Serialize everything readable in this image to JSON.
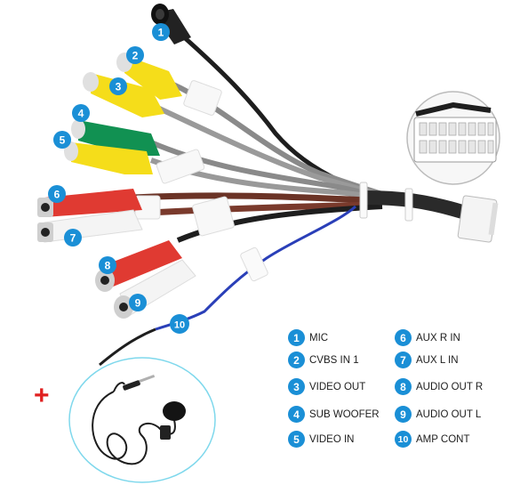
{
  "badges": [
    "1",
    "2",
    "3",
    "4",
    "5",
    "6",
    "7",
    "8",
    "9",
    "10"
  ],
  "plus_sign": "+",
  "legend": [
    {
      "num": "1",
      "label": "MIC"
    },
    {
      "num": "2",
      "label": "CVBS IN 1"
    },
    {
      "num": "3",
      "label": "VIDEO OUT"
    },
    {
      "num": "4",
      "label": "SUB WOOFER"
    },
    {
      "num": "5",
      "label": "VIDEO IN"
    },
    {
      "num": "6",
      "label": "AUX R IN"
    },
    {
      "num": "7",
      "label": "AUX L IN"
    },
    {
      "num": "8",
      "label": "AUDIO OUT R"
    },
    {
      "num": "9",
      "label": "AUDIO OUT L"
    },
    {
      "num": "10",
      "label": "AMP CONT"
    }
  ],
  "colors": {
    "badge_blue": "#1a8fd6",
    "yellow": "#f5dd1a",
    "green": "#119152",
    "red": "#e03a32",
    "white": "#f4f4f4",
    "blue_wire": "#2a3fb8",
    "brown_wire": "#6b3326",
    "black_wire": "#1e1e1e",
    "grey_wire": "#8a8a8a",
    "plus_red": "#e02020"
  }
}
